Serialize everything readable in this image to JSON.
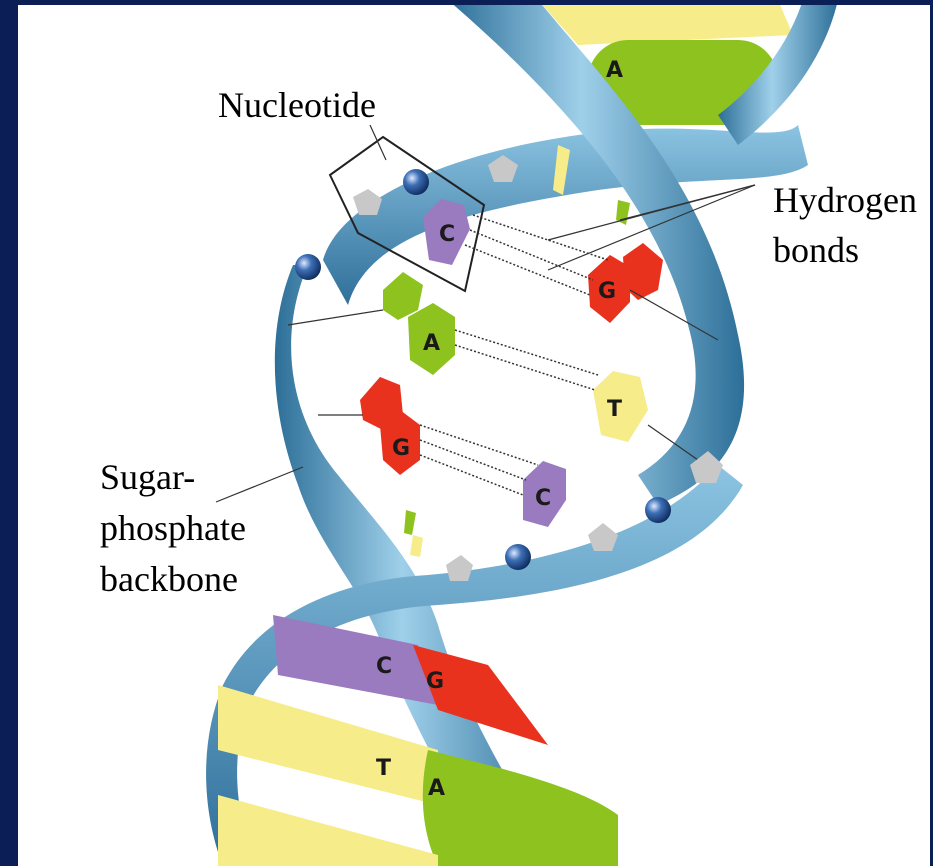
{
  "labels": {
    "nucleotide": "Nucleotide",
    "hydrogen_line1": "Hydrogen",
    "hydrogen_line2": "bonds",
    "backbone_line1": "Sugar-",
    "backbone_line2": "phosphate",
    "backbone_line3": "backbone"
  },
  "bases": {
    "top_rung": [
      "A"
    ],
    "pair1": [
      "C",
      "G"
    ],
    "pair2": [
      "A",
      "T"
    ],
    "pair3": [
      "G",
      "C"
    ],
    "lower_rung1": [
      "C",
      "G"
    ],
    "lower_rung2": [
      "T",
      "A"
    ]
  },
  "colors": {
    "frame": "#0b1f56",
    "ribbon": "#5aa0c8",
    "ribbon_dark": "#2d6f98",
    "adenine": "#8dc21f",
    "thymine": "#f6ec8a",
    "guanine": "#e8321e",
    "cytosine": "#9a7bbf",
    "sugar": "#c8c8c8",
    "phosphate": "#2a5e9c"
  }
}
